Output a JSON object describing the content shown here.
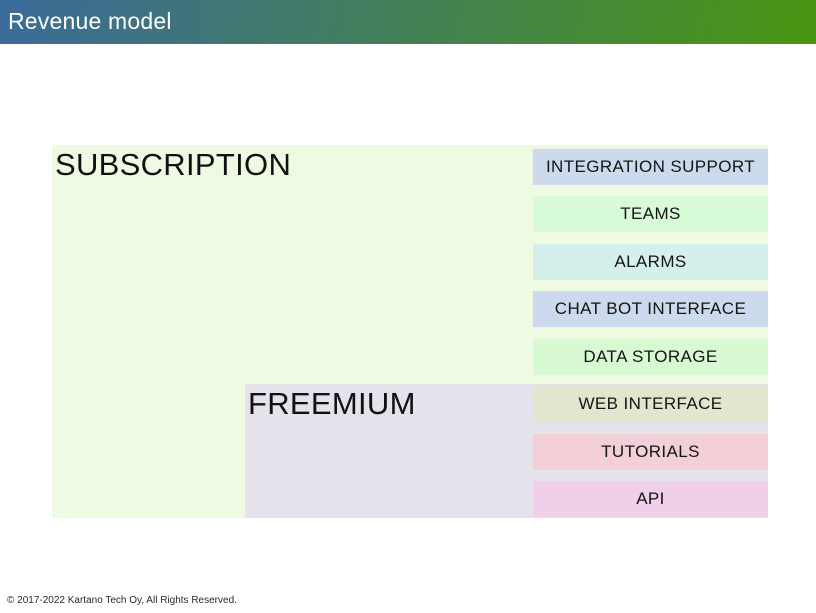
{
  "header": {
    "title": "Revenue model"
  },
  "colors": {
    "header_gradient_from": "#3b6b9b",
    "header_gradient_to": "#4a9511",
    "title_text": "#ffffff",
    "label_text": "#111111",
    "background": "#ffffff"
  },
  "diagram": {
    "regions": [
      {
        "label": "SUBSCRIPTION",
        "color": "#eefbe2"
      },
      {
        "label": "FREEMIUM",
        "color": "#e6e2eb"
      }
    ],
    "features": [
      {
        "label": "INTEGRATION SUPPORT",
        "color": "#cdd9ec",
        "region": "SUBSCRIPTION"
      },
      {
        "label": "TEAMS",
        "color": "#d8fbd8",
        "region": "SUBSCRIPTION"
      },
      {
        "label": "ALARMS",
        "color": "#d5efeb",
        "region": "SUBSCRIPTION"
      },
      {
        "label": "CHAT BOT INTERFACE",
        "color": "#cdd9ec",
        "region": "SUBSCRIPTION"
      },
      {
        "label": "DATA STORAGE",
        "color": "#d8fad2",
        "region": "SUBSCRIPTION"
      },
      {
        "label": "WEB INTERFACE",
        "color": "#e1e7cf",
        "region": "FREEMIUM"
      },
      {
        "label": "TUTORIALS",
        "color": "#f3cfd7",
        "region": "FREEMIUM"
      },
      {
        "label": "API",
        "color": "#f0d0e9",
        "region": "FREEMIUM"
      }
    ]
  },
  "footer": {
    "copyright": "© 2017-2022 Kartano Tech Oy, All Rights Reserved."
  }
}
